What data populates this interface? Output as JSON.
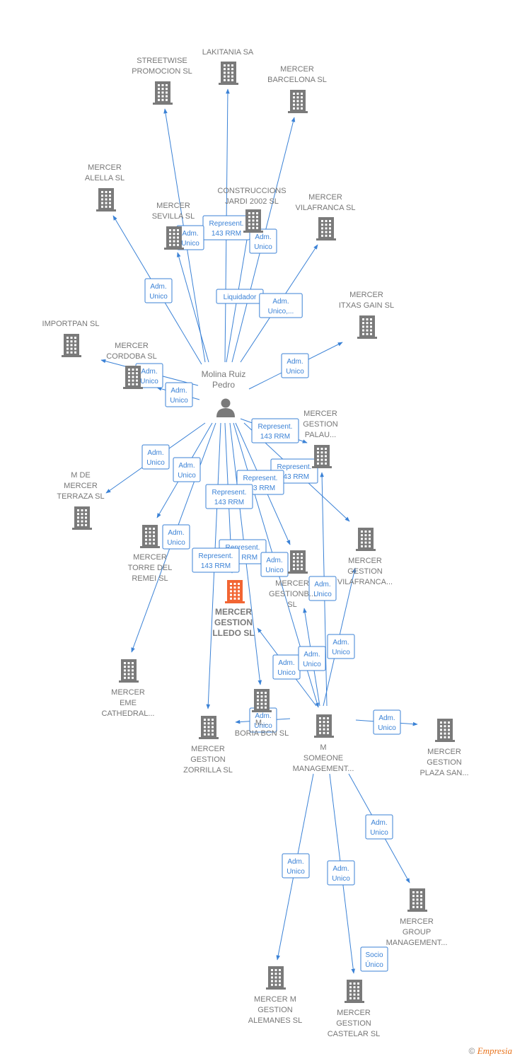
{
  "colors": {
    "building": "#7a7a7a",
    "highlight": "#f26533",
    "edge": "#3b82d6"
  },
  "person": {
    "name_lines": [
      "Molina Ruiz",
      "Pedro"
    ],
    "icon": "person-icon"
  },
  "nodes": [
    {
      "id": "streetwise",
      "lines": [
        "STREETWISE",
        "PROMOCION SL"
      ]
    },
    {
      "id": "lakitania",
      "lines": [
        "LAKITANIA SA"
      ]
    },
    {
      "id": "barcelona",
      "lines": [
        "MERCER",
        "BARCELONA SL"
      ]
    },
    {
      "id": "alella",
      "lines": [
        "MERCER",
        "ALELLA SL"
      ]
    },
    {
      "id": "sevilla",
      "lines": [
        "MERCER",
        "SEVILLA SL"
      ]
    },
    {
      "id": "jardi",
      "lines": [
        "CONSTRUCCIONS",
        "JARDI 2002 SL"
      ]
    },
    {
      "id": "vilafranca",
      "lines": [
        "MERCER",
        "VILAFRANCA SL"
      ]
    },
    {
      "id": "itxas",
      "lines": [
        "MERCER",
        "ITXAS GAIN  SL"
      ]
    },
    {
      "id": "importpan",
      "lines": [
        "IMPORTPAN SL"
      ]
    },
    {
      "id": "cordoba",
      "lines": [
        "MERCER",
        "CORDOBA SL"
      ]
    },
    {
      "id": "palau",
      "lines": [
        "MERCER",
        "GESTION",
        "PALAU..."
      ]
    },
    {
      "id": "terraza",
      "lines": [
        "M DE",
        "MERCER",
        "TERRAZA  SL"
      ]
    },
    {
      "id": "remei",
      "lines": [
        "MERCER",
        "TORRE DEL",
        "REMEI  SL"
      ]
    },
    {
      "id": "gvilafranca",
      "lines": [
        "MERCER",
        "GESTION",
        "VILAFRANCA..."
      ]
    },
    {
      "id": "gestionb",
      "lines": [
        "MERCER",
        "GESTIONB...",
        "SL"
      ]
    },
    {
      "id": "lledo",
      "lines": [
        "MERCER",
        "GESTION",
        "LLEDO  SL"
      ],
      "highlight": true
    },
    {
      "id": "cathedral",
      "lines": [
        "MERCER",
        "EME",
        "CATHEDRAL..."
      ]
    },
    {
      "id": "boria",
      "lines": [
        "M...",
        "BORIA BCN SL"
      ]
    },
    {
      "id": "zorrilla",
      "lines": [
        "MERCER",
        "GESTION",
        "ZORRILLA  SL"
      ]
    },
    {
      "id": "someone",
      "lines": [
        "M",
        "SOMEONE",
        "MANAGEMENT..."
      ]
    },
    {
      "id": "plaza",
      "lines": [
        "MERCER",
        "GESTION",
        "PLAZA SAN..."
      ]
    },
    {
      "id": "group",
      "lines": [
        "MERCER",
        "GROUP",
        "MANAGEMENT..."
      ]
    },
    {
      "id": "alemanes",
      "lines": [
        "MERCER M",
        "GESTION",
        "ALEMANES  SL"
      ]
    },
    {
      "id": "castelar",
      "lines": [
        "MERCER",
        "GESTION",
        "CASTELAR  SL"
      ]
    }
  ],
  "edges": [
    {
      "from": "person",
      "to": "streetwise",
      "label": []
    },
    {
      "from": "person",
      "to": "lakitania",
      "label": [
        "Represent.",
        "143 RRM"
      ]
    },
    {
      "from": "person",
      "to": "barcelona",
      "label": [
        "Adm.",
        "Unico"
      ]
    },
    {
      "from": "person",
      "to": "alella",
      "label": [
        "Adm.",
        "Unico"
      ]
    },
    {
      "from": "person",
      "to": "sevilla",
      "label": [
        "Adm.",
        "Unico"
      ]
    },
    {
      "from": "person",
      "to": "jardi",
      "label": [
        "Liquidador"
      ]
    },
    {
      "from": "person",
      "to": "vilafranca",
      "label": [
        "Adm.",
        "Unico,..."
      ]
    },
    {
      "from": "person",
      "to": "itxas",
      "label": [
        "Adm.",
        "Unico"
      ]
    },
    {
      "from": "person",
      "to": "importpan",
      "label": [
        "Adm.",
        "Unico"
      ]
    },
    {
      "from": "person",
      "to": "cordoba",
      "label": [
        "Adm.",
        "Unico"
      ]
    },
    {
      "from": "person",
      "to": "palau",
      "label": [
        "Represent.",
        "143 RRM"
      ]
    },
    {
      "from": "person",
      "to": "terraza",
      "label": [
        "Adm.",
        "Unico"
      ]
    },
    {
      "from": "person",
      "to": "remei",
      "label": [
        "Adm.",
        "Unico"
      ]
    },
    {
      "from": "person",
      "to": "gvilafranca",
      "label": [
        "Represent.",
        "143 RRM"
      ]
    },
    {
      "from": "person",
      "to": "gestionb",
      "label": [
        "Represent.",
        "143 RRM"
      ]
    },
    {
      "from": "person",
      "to": "lledo",
      "label": [
        "Represent.",
        "143 RRM"
      ]
    },
    {
      "from": "person",
      "to": "cathedral",
      "label": [
        "Adm.",
        "Unico"
      ]
    },
    {
      "from": "person",
      "to": "boria",
      "label": [
        "Represent.",
        "143 RRM"
      ]
    },
    {
      "from": "person",
      "to": "zorrilla",
      "label": [
        "Represent.",
        "143 RRM"
      ]
    },
    {
      "from": "person",
      "to": "someone",
      "label": [
        "Adm.",
        "Unico"
      ]
    },
    {
      "from": "someone",
      "to": "lledo",
      "label": [
        "Adm.",
        "Unico"
      ]
    },
    {
      "from": "someone",
      "to": "gestionb",
      "label": [
        "Adm.",
        "Unico"
      ]
    },
    {
      "from": "someone",
      "to": "gvilafranca",
      "label": [
        "Adm.",
        "Unico"
      ]
    },
    {
      "from": "someone",
      "to": "palau",
      "label": [
        "Adm.",
        "Unico"
      ]
    },
    {
      "from": "someone",
      "to": "zorrilla",
      "label": [
        "Adm.",
        "Unico"
      ]
    },
    {
      "from": "someone",
      "to": "plaza",
      "label": [
        "Adm.",
        "Unico"
      ]
    },
    {
      "from": "someone",
      "to": "group",
      "label": [
        "Adm.",
        "Unico"
      ]
    },
    {
      "from": "someone",
      "to": "alemanes",
      "label": [
        "Adm.",
        "Unico"
      ]
    },
    {
      "from": "someone",
      "to": "castelar",
      "label": [
        "Adm.",
        "Unico"
      ]
    },
    {
      "from": "castelar",
      "to": "castelar_label",
      "label": [
        "Socio",
        "Único"
      ]
    }
  ],
  "footer": {
    "copyright": "©",
    "brand": "Empresia"
  }
}
